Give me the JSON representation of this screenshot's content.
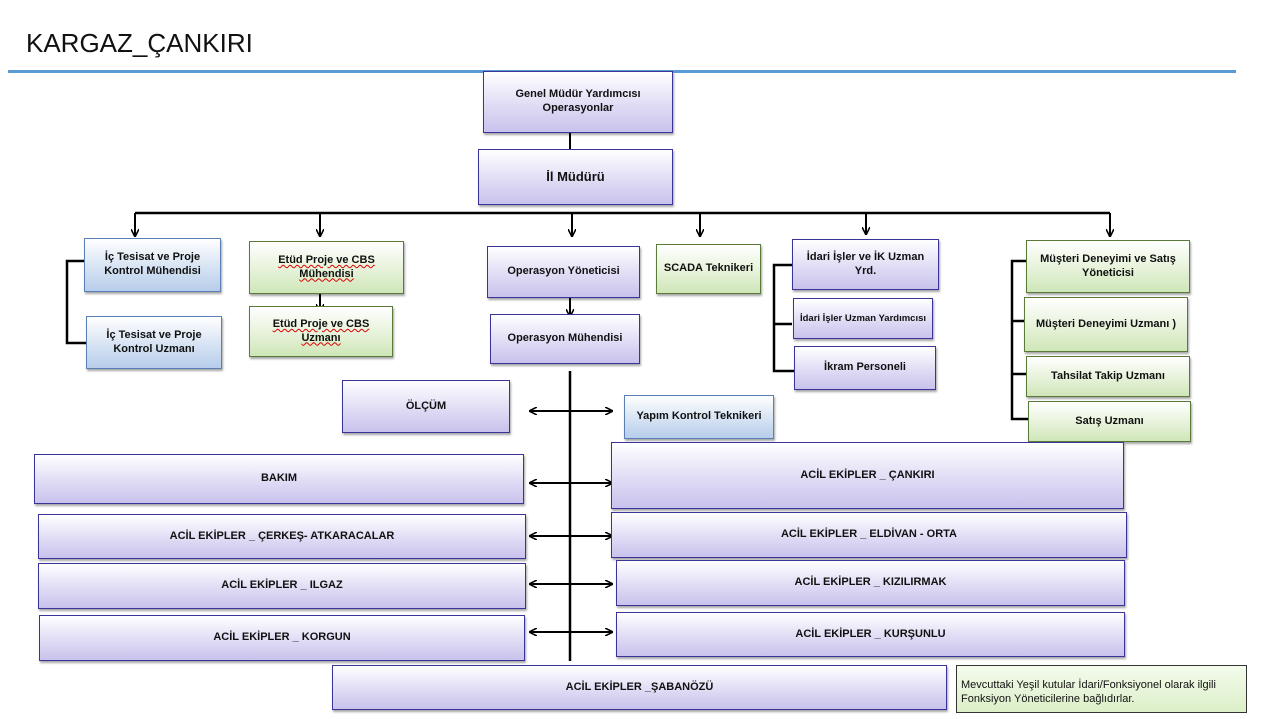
{
  "title": "KARGAZ_ÇANKIRI",
  "nodes": {
    "genel_mudur": "Genel Müdür Yardımcısı Operasyonlar",
    "il_mudur": "İl Müdürü",
    "ic_tesisat_muh": "İç Tesisat ve Proje Kontrol Mühendisi",
    "ic_tesisat_uzm": "İç Tesisat  ve Proje Kontrol Uzmanı",
    "etud_muh": "Etüd Proje ve CBS Mühendisi",
    "etud_uzm": "Etüd Proje ve CBS Uzmanı",
    "op_yonetici": "Operasyon Yöneticisi",
    "op_muhendis": "Operasyon Mühendisi",
    "scada": "SCADA Teknikeri",
    "idari_ik": "İdari İşler ve İK Uzman Yrd.",
    "idari_uzman": "İdari İşler Uzman Yardımcısı",
    "ikram": "İkram Personeli",
    "musteri_yon": "Müşteri Deneyimi ve Satış Yöneticisi",
    "musteri_uzm": "Müşteri Deneyimi Uzmanı )",
    "tahsilat": "Tahsilat Takip Uzmanı",
    "satis": "Satış Uzmanı",
    "olcum": "ÖLÇÜM",
    "yapim": "Yapım Kontrol Teknikeri",
    "bakim": "BAKIM",
    "acil_cankiri": "ACİL EKİPLER _ ÇANKIRI",
    "acil_cerkes": "ACİL EKİPLER _ ÇERKEŞ- ATKARACALAR",
    "acil_eldivan": "ACİL EKİPLER _ ELDİVAN - ORTA",
    "acil_ilgaz": "ACİL EKİPLER _ ILGAZ",
    "acil_kizilirmak": "ACİL EKİPLER _ KIZILIRMAK",
    "acil_korgun": "ACİL EKİPLER _ KORGUN",
    "acil_kursunlu": "ACİL EKİPLER _ KURŞUNLU",
    "acil_sabanozu": "ACİL EKİPLER _ŞABANÖZÜ"
  },
  "note": "Mevcuttaki Yeşil kutular İdari/Fonksiyonel olarak ilgili Fonksiyon Yöneticilerine bağlıdırlar."
}
